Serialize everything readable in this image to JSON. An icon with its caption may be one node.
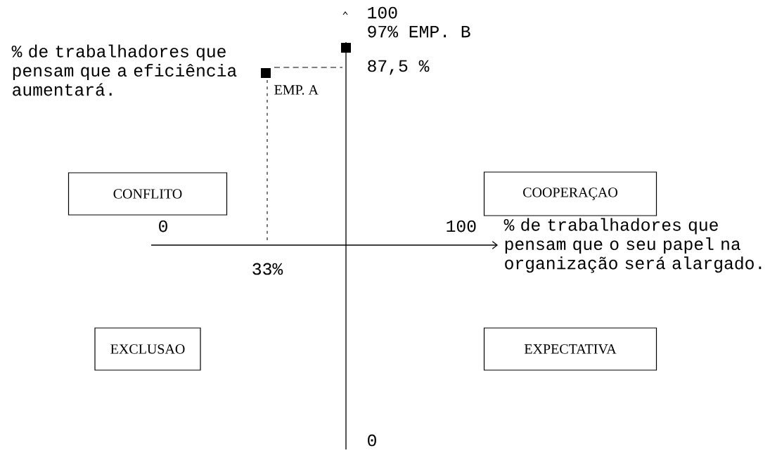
{
  "diagram": {
    "nodes": [
      {
        "text": [
          "CONFLITO"
        ]
      },
      {
        "text": [
          "COOPERAÇAO"
        ]
      },
      {
        "text": [
          "EXCLUSAO"
        ]
      },
      {
        "text": [
          "EXPECTATIVA"
        ]
      }
    ],
    "labels": [
      "100",
      "97% EMP.  B",
      "% de trabalhadores que pensam que a eficiência aumentará.",
      "87,5 %",
      "EMP. A",
      "0",
      "100",
      "% de trabalhadores que pensam que o seu papel na organização será alargado.",
      "33%",
      "0"
    ]
  }
}
